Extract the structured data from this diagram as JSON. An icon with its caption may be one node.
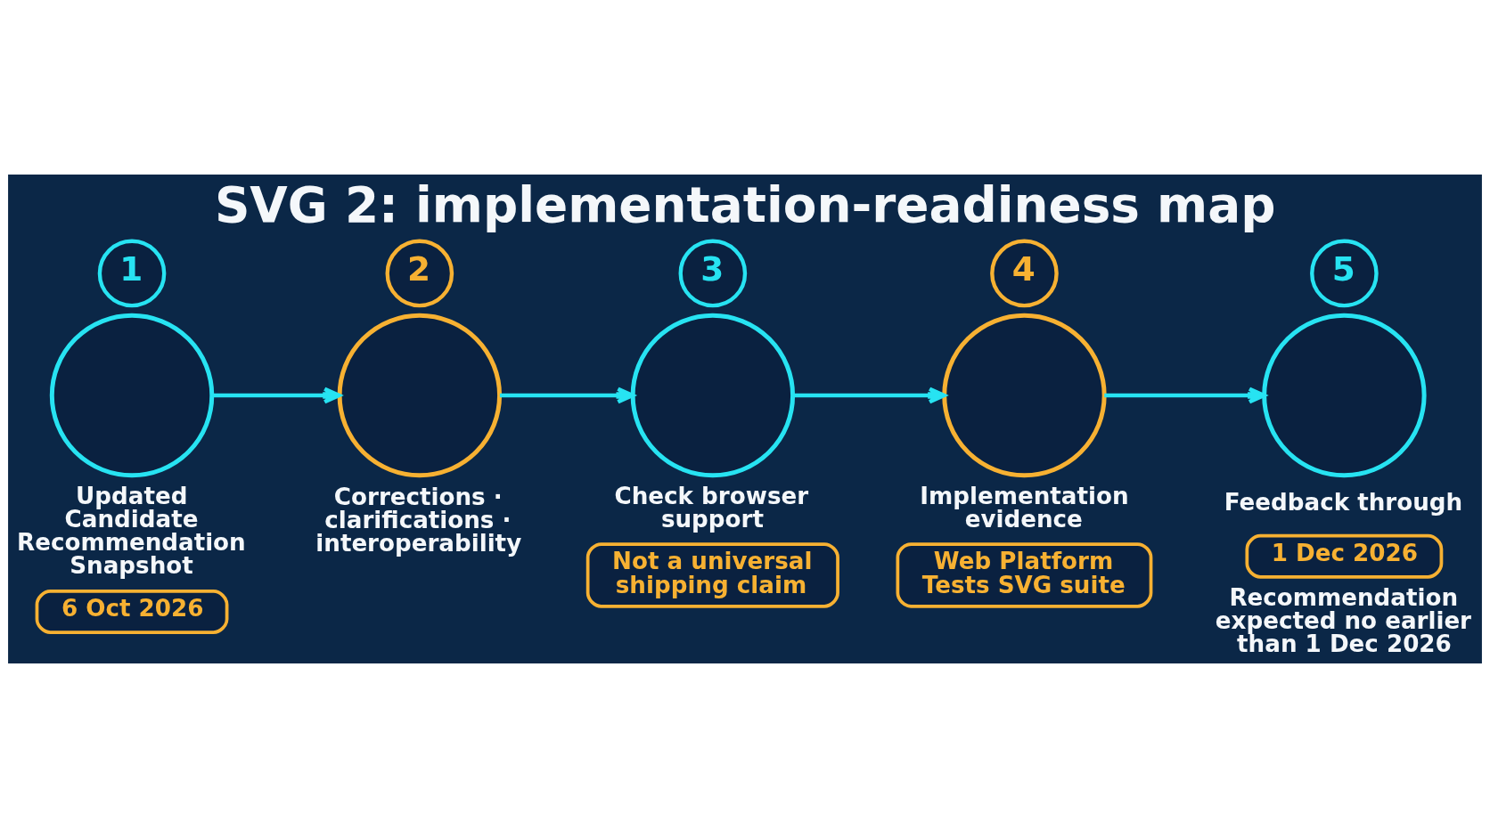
{
  "diagram": {
    "title": "SVG 2: implementation-readiness map",
    "nodes": [
      {
        "text": [
          "1"
        ]
      },
      {
        "text": [],
        "shape": "circle",
        "beside": [
          "Updated Candidate Recommendation Snapshot"
        ]
      },
      {
        "text": [
          "6 Oct 2026"
        ]
      },
      {
        "text": [
          "2"
        ]
      },
      {
        "text": [],
        "shape": "circle",
        "beside": [
          "Corrections · clarifications · interoperability"
        ]
      },
      {
        "text": [
          "3"
        ]
      },
      {
        "text": [],
        "shape": "circle",
        "beside": [
          "Check browser support"
        ]
      },
      {
        "text": [
          "Not a universal shipping claim"
        ]
      },
      {
        "text": [
          "4"
        ]
      },
      {
        "text": [],
        "shape": "circle",
        "beside": [
          "Implementation evidence"
        ]
      },
      {
        "text": [
          "Web Platform Tests SVG suite"
        ]
      },
      {
        "text": [
          "5"
        ]
      },
      {
        "text": [],
        "shape": "circle",
        "beside": [
          "Feedback through"
        ]
      },
      {
        "text": [
          "1 Dec 2026"
        ],
        "beside": [
          "Recommendation expected no earlier than 1 Dec 2026"
        ]
      }
    ],
    "edges": [
      {
        "from": 1,
        "to": 4,
        "arrow": "to"
      },
      {
        "from": 4,
        "to": 6,
        "arrow": "to"
      },
      {
        "from": 6,
        "to": 9,
        "arrow": "to"
      },
      {
        "from": 9,
        "to": 12,
        "arrow": "to"
      }
    ]
  }
}
